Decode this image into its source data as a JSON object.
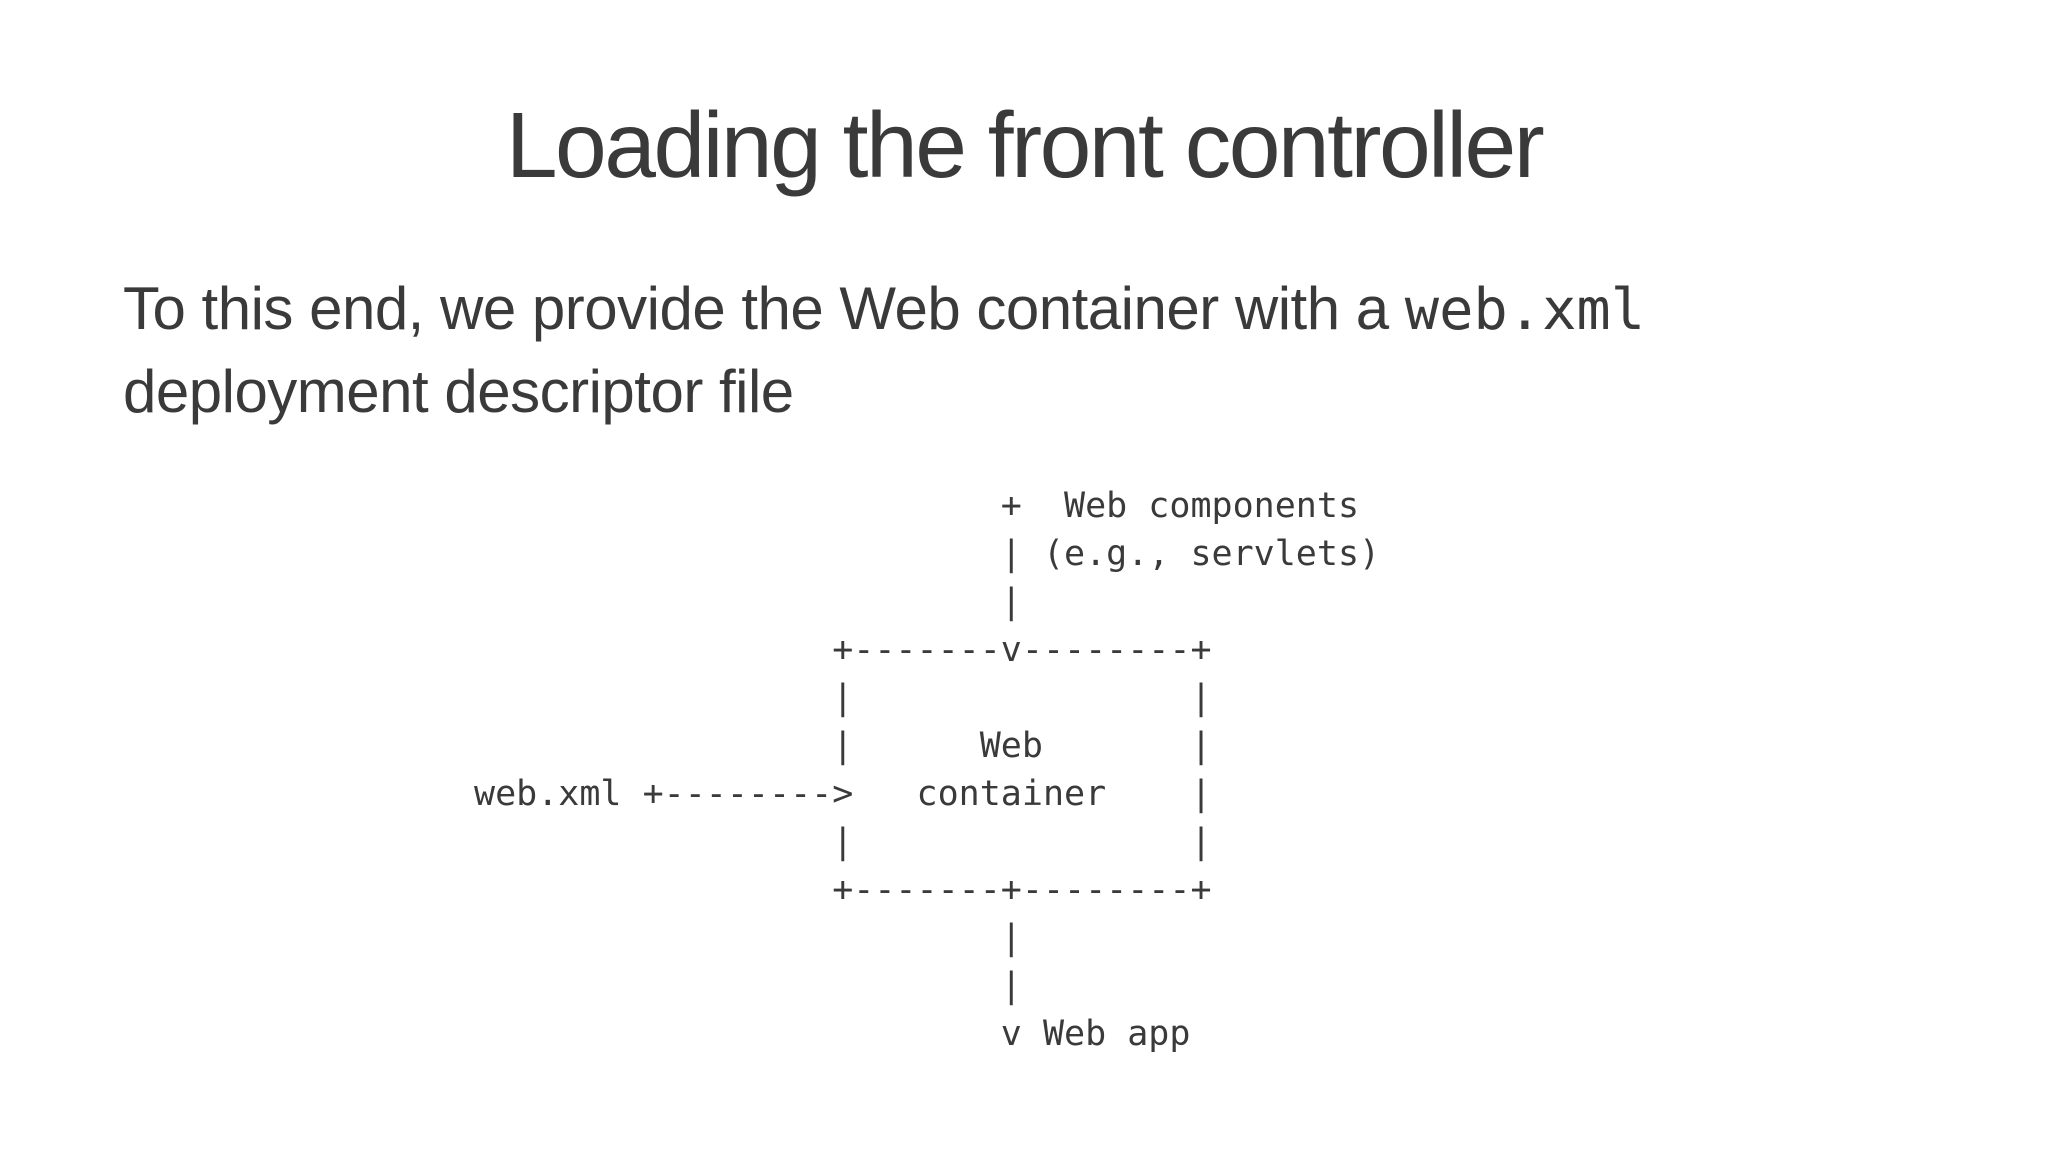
{
  "slide": {
    "title": "Loading the front controller",
    "body": {
      "text_before_code": "To this end, we provide the Web container with a ",
      "inline_code": "web.xml",
      "line2": "deployment descriptor file"
    },
    "diagram": {
      "ascii": "                         +  Web components\n                         | (e.g., servlets)\n                         |\n                 +-------v--------+\n                 |                |\n                 |      Web       |\nweb.xml +-------->   container    |\n                 |                |\n                 +-------+--------+\n                         |\n                         |\n                         v Web app",
      "nodes": {
        "input_file_label": "web.xml",
        "incoming_label": "Web components (e.g., servlets)",
        "box_label": "Web container",
        "output_label": "Web app"
      }
    },
    "colors": {
      "background": "#ffffff",
      "text": "#3a3a3a"
    }
  }
}
